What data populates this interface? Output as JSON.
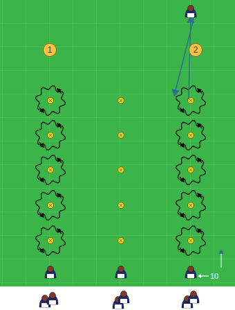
{
  "diagram": {
    "nodes": [
      {
        "text": [
          "1"
        ]
      },
      {
        "text": [
          "2"
        ]
      }
    ],
    "labels": [
      "10"
    ]
  }
}
